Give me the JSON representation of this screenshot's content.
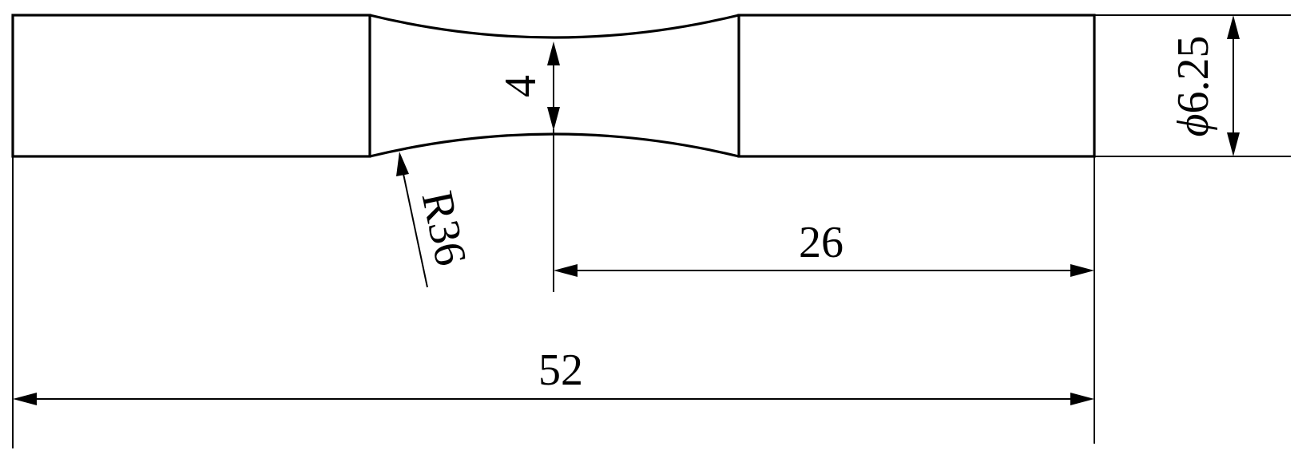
{
  "diagram": {
    "dimensions": {
      "overall_length": "52",
      "half_length": "26",
      "neck_diameter": "4",
      "outer_diameter_symbol": "ϕ",
      "outer_diameter_value": "6.25",
      "fillet_radius": "R36"
    }
  }
}
